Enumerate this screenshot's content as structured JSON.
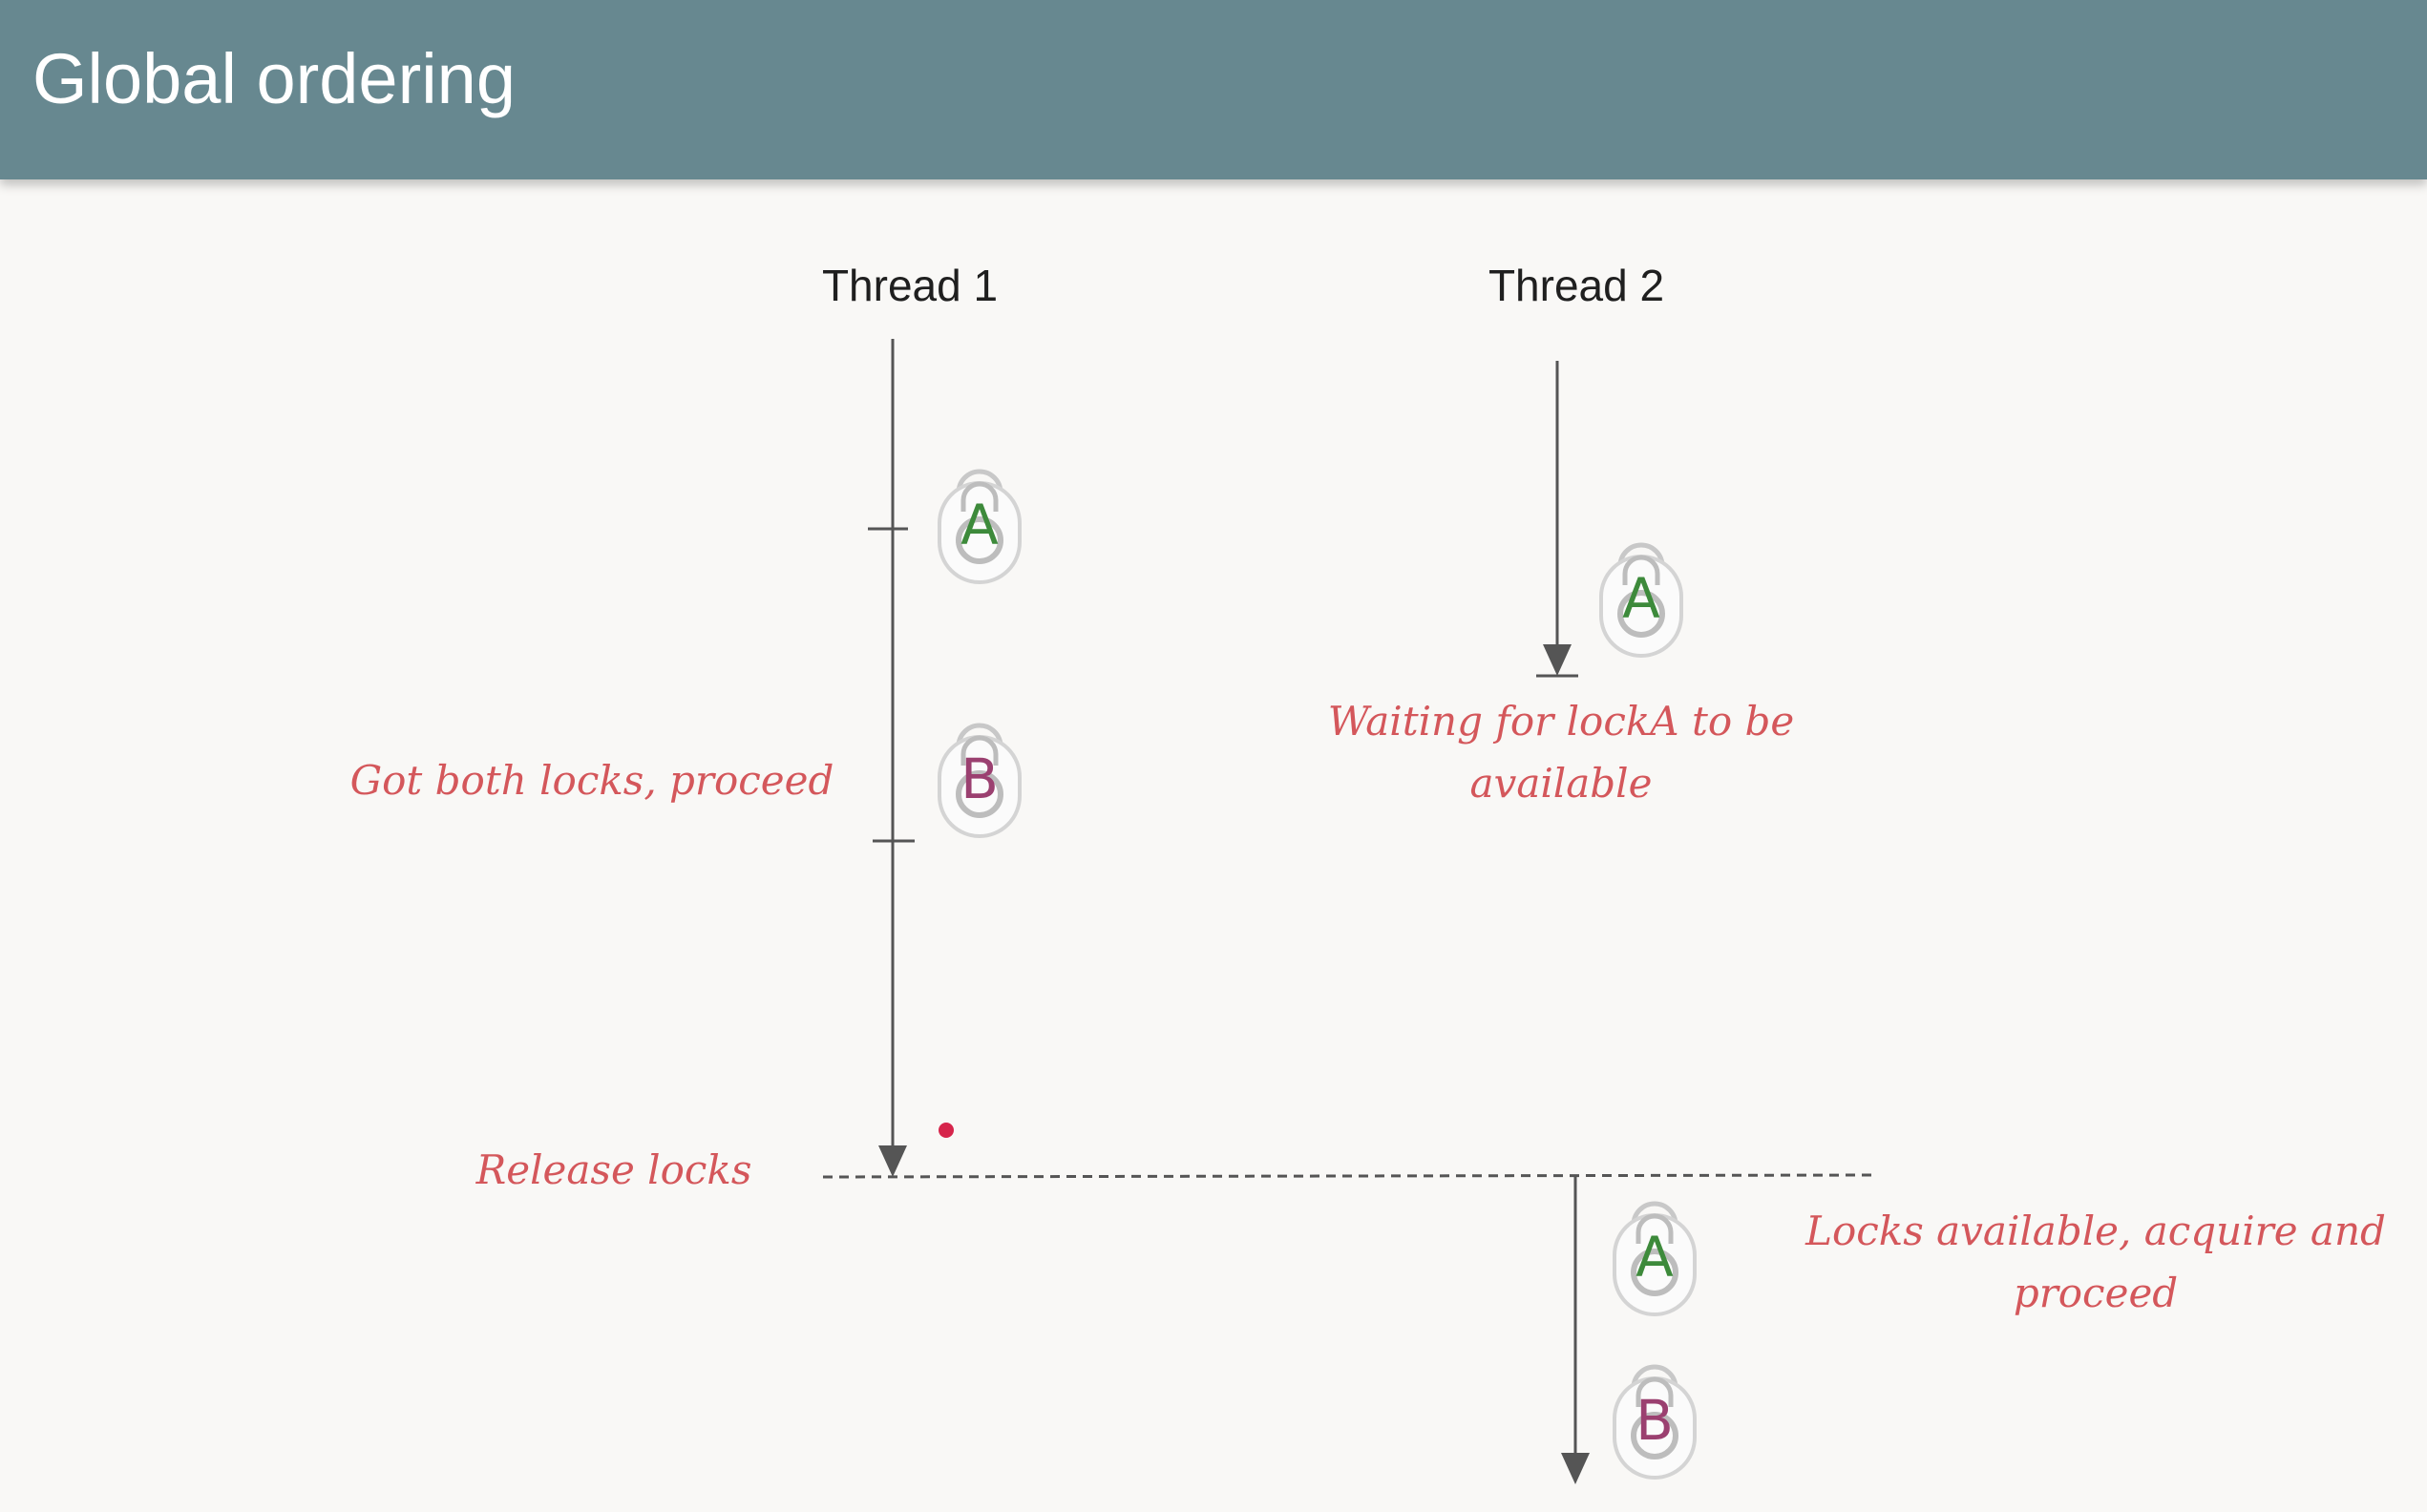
{
  "header": {
    "title": "Global ordering"
  },
  "threads": [
    {
      "label": "Thread 1"
    },
    {
      "label": "Thread 2"
    }
  ],
  "locks": [
    {
      "owner": "Thread 1",
      "letter": "A",
      "color": "#3d8a3b"
    },
    {
      "owner": "Thread 1",
      "letter": "B",
      "color": "#9b4070"
    },
    {
      "owner": "Thread 2",
      "letter": "A",
      "color": "#3d8a3b"
    },
    {
      "owner": "Thread 2",
      "letter": "A",
      "color": "#3d8a3b"
    },
    {
      "owner": "Thread 2",
      "letter": "B",
      "color": "#9b4070"
    }
  ],
  "notes": {
    "got_both": "Got both locks, proceed",
    "waiting_line1": "Waiting for lockA to be",
    "waiting_line2": "available",
    "release": "Release locks",
    "available_line1": "Locks available, acquire and",
    "available_line2": "proceed"
  },
  "colors": {
    "header_bg": "#678890",
    "note_color": "#d4575b",
    "lock_a": "#3d8a3b",
    "lock_b": "#9b4070",
    "pointer_dot": "#d6254b"
  },
  "icons": {
    "lock": "padlock-icon",
    "pointer": "laser-pointer-dot"
  }
}
